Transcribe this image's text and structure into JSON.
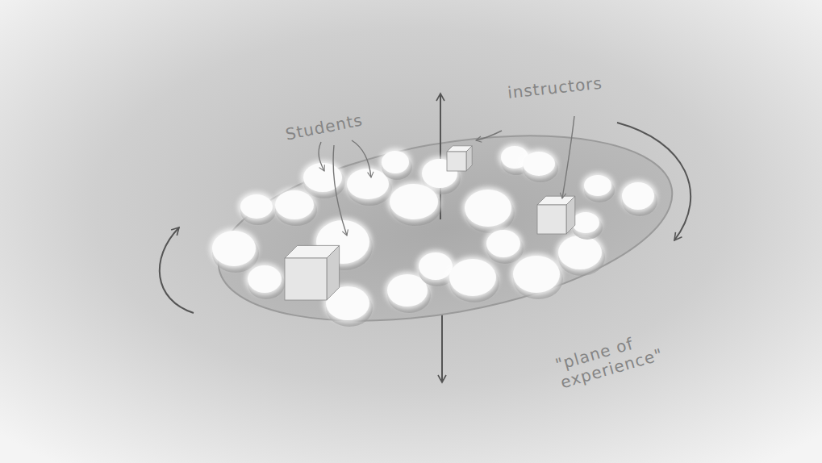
{
  "diagram": {
    "labels": [
      "Students",
      "instructors",
      "\"plane of experience\""
    ]
  }
}
